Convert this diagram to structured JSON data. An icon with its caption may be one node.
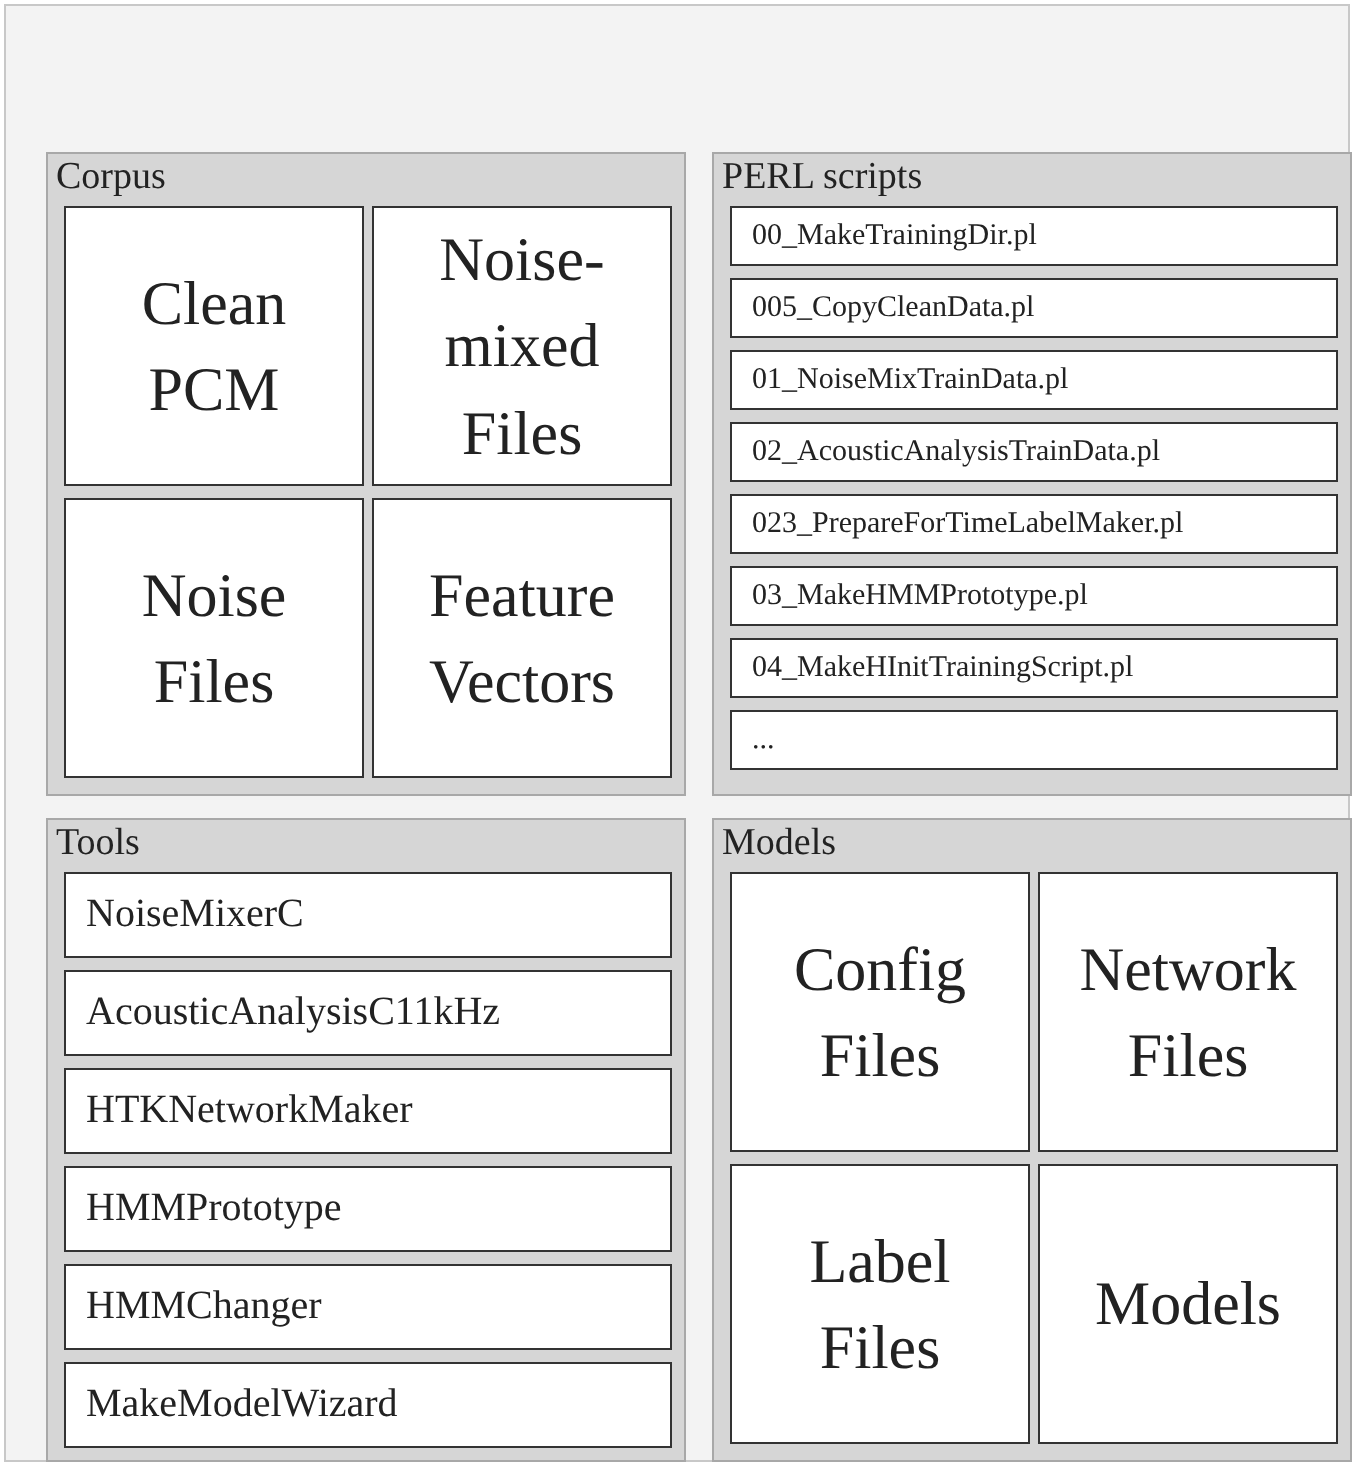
{
  "diagram": {
    "nodes": [
      {
        "text": [],
        "shape": "box"
      },
      {
        "text": [
          "Corpus"
        ],
        "in": 0
      },
      {
        "text": [
          "Clean PCM"
        ],
        "in": 1
      },
      {
        "text": [
          "Noise-mixed Files"
        ],
        "in": 1
      },
      {
        "text": [
          "Noise Files"
        ],
        "in": 1
      },
      {
        "text": [
          "Feature Vectors"
        ],
        "in": 1
      },
      {
        "text": [
          "PERL scripts"
        ],
        "in": 0
      },
      {
        "text": [
          "00_MakeTrainingDir.pl"
        ],
        "in": 6
      },
      {
        "text": [
          "005_CopyCleanData.pl"
        ],
        "in": 6
      },
      {
        "text": [
          "01_NoiseMixTrainData.pl"
        ],
        "in": 6
      },
      {
        "text": [
          "02_AcousticAnalysisTrainData.pl"
        ],
        "in": 6
      },
      {
        "text": [
          "023_PrepareForTimeLabelMaker.pl"
        ],
        "in": 6
      },
      {
        "text": [
          "03_MakeHMMPrototype.pl"
        ],
        "in": 6
      },
      {
        "text": [
          "04_MakeHInitTrainingScript.pl"
        ],
        "in": 6
      },
      {
        "text": [
          "..."
        ],
        "in": 6
      },
      {
        "text": [
          "Tools"
        ],
        "in": 0
      },
      {
        "text": [
          "NoiseMixerC"
        ],
        "in": 15
      },
      {
        "text": [
          "AcousticAnalysisC11kHz"
        ],
        "in": 15
      },
      {
        "text": [
          "HTKNetworkMaker"
        ],
        "in": 15
      },
      {
        "text": [
          "HMMPrototype"
        ],
        "in": 15
      },
      {
        "text": [
          "HMMChanger"
        ],
        "in": 15
      },
      {
        "text": [
          "MakeModelWizard"
        ],
        "in": 15
      },
      {
        "text": [
          "Models"
        ],
        "in": 0
      },
      {
        "text": [
          "Config Files"
        ],
        "in": 22
      },
      {
        "text": [
          "Network Files"
        ],
        "in": 22
      },
      {
        "text": [
          "Label Files"
        ],
        "in": 22
      },
      {
        "text": [
          "Models"
        ],
        "in": 22
      }
    ],
    "edges": []
  }
}
